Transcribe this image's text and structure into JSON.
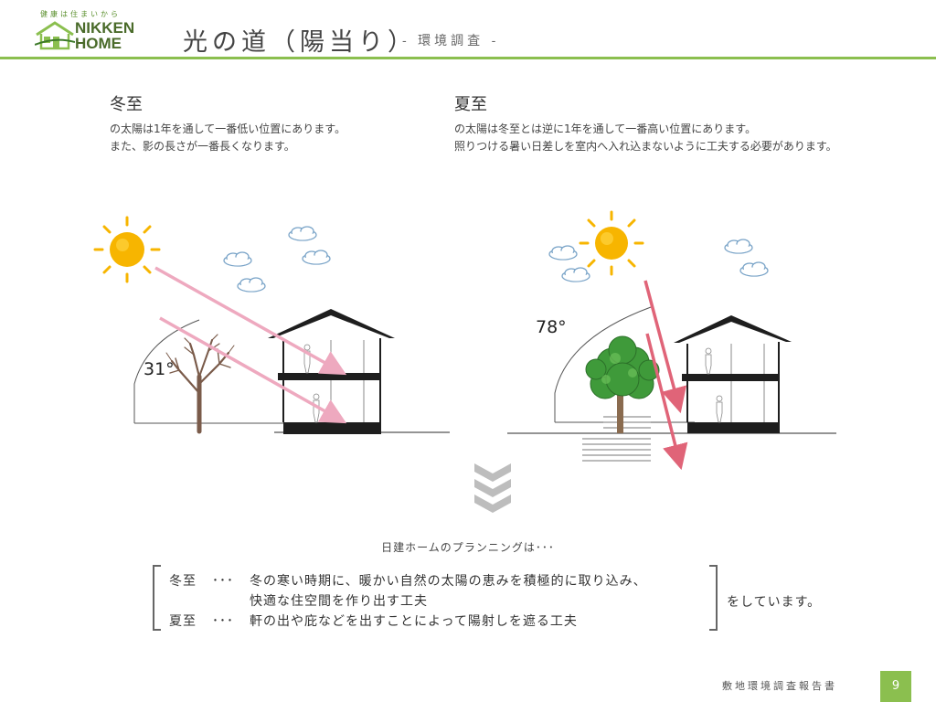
{
  "header": {
    "logo_tagline": "健康は住まいから",
    "logo_line1": "NIKKEN",
    "logo_line2": "HOME",
    "title": "光の道（陽当り）",
    "subtitle": "- 環境調査 -"
  },
  "winter": {
    "heading": "冬至",
    "desc_line1": "の太陽は1年を通して一番低い位置にあります。",
    "desc_line2": "また、影の長さが一番長くなります。",
    "angle": "31°"
  },
  "summer": {
    "heading": "夏至",
    "desc_line1": "の太陽は冬至とは逆に1年を通して一番高い位置にあります。",
    "desc_line2": "照りつける暑い日差しを室内へ入れ込まないように工夫する必要があります。",
    "angle": "78°"
  },
  "summary": {
    "lead": "日建ホームのプランニングは･･･",
    "winter_label": "冬至",
    "winter_dots": "･･･",
    "winter_text1": "冬の寒い時期に、暖かい自然の太陽の恵みを積極的に取り込み、",
    "winter_text2": "快適な住空間を作り出す工夫",
    "summer_label": "夏至",
    "summer_dots": "･･･",
    "summer_text": "軒の出や庇などを出すことによって陽射しを遮る工夫",
    "ending": "をしています。"
  },
  "footer": {
    "doc_title": "敷地環境調査報告書",
    "page_number": "9"
  },
  "colors": {
    "accent_green": "#8bbf4f",
    "sun": "#f7b500",
    "winter_ray": "#eea9bf",
    "summer_ray": "#e06478"
  }
}
